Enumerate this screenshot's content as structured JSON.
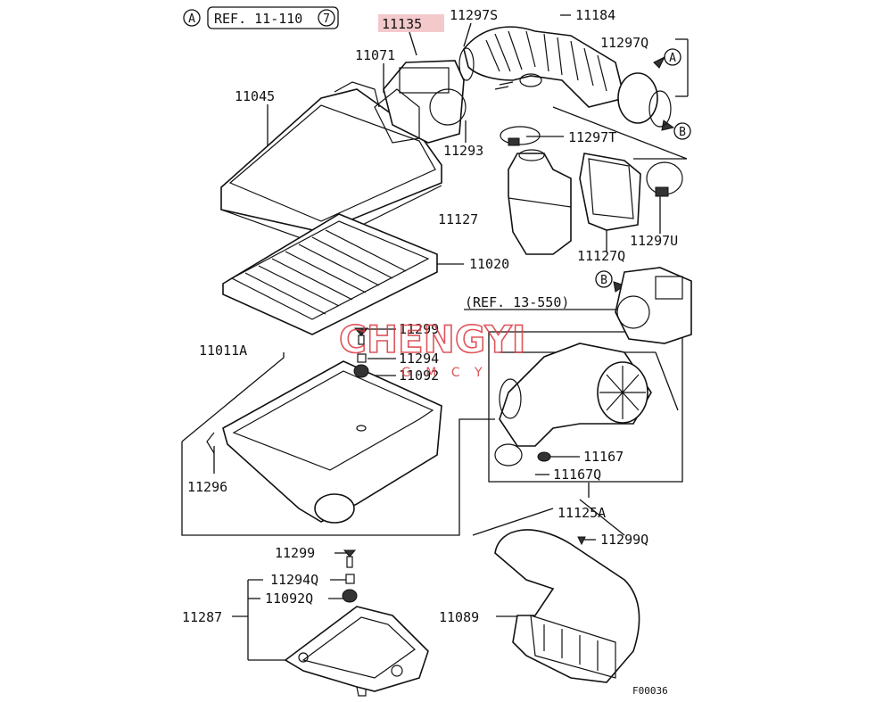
{
  "header": {
    "callout_letter": "A",
    "ref_text": "REF. 11-110",
    "ref_num": "7",
    "highlight_color": "#f4c9cc"
  },
  "labels": {
    "p11135": "11135",
    "p11297S": "11297S",
    "p11184": "11184",
    "p11071": "11071",
    "p11297Q_top": "11297Q",
    "p11045": "11045",
    "p11293": "11293",
    "p11297T": "11297T",
    "p11127": "11127",
    "p11127Q": "11127Q",
    "p11297U": "11297U",
    "p11020": "11020",
    "ref13": "(REF. 13-550)",
    "p11299": "11299",
    "p11011A": "11011A",
    "p11294": "11294",
    "p11092": "11092",
    "p11296": "11296",
    "p11167": "11167",
    "p11167Q": "11167Q",
    "p11125A": "11125A",
    "p11299_low": "11299",
    "p11299Q": "11299Q",
    "p11294Q": "11294Q",
    "p11092Q": "11092Q",
    "p11287": "11287",
    "p11089": "11089",
    "figure_code": "F00036"
  },
  "callouts": {
    "a_top": "A",
    "b_top": "B",
    "b_mid": "B"
  },
  "watermark": {
    "main": "CHENGYI",
    "sub": "G M C Y",
    "color": "#d9383f"
  }
}
